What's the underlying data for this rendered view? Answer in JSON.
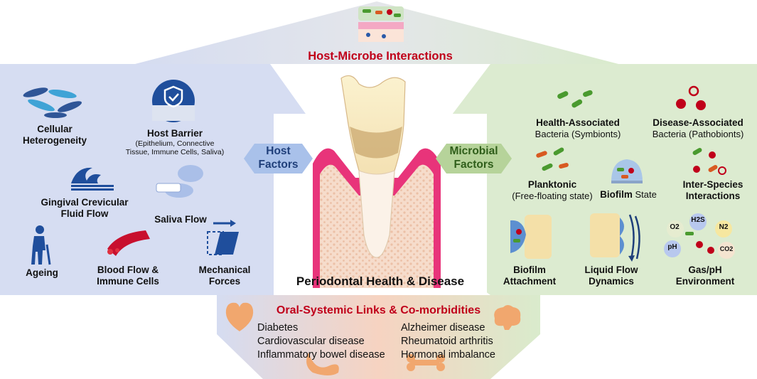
{
  "top": {
    "title": "Host-Microbe Interactions"
  },
  "center": {
    "title": "Periodontal Health & Disease"
  },
  "host": {
    "hex_label": [
      "Host",
      "Factors"
    ],
    "items": [
      {
        "id": "cellular",
        "lines": [
          "Cellular",
          "Heterogeneity"
        ]
      },
      {
        "id": "barrier",
        "title": "Host Barrier",
        "detail": [
          "(Epithelium, Connective",
          "Tissue, Immune Cells, Saliva)"
        ]
      },
      {
        "id": "gcf",
        "lines": [
          "Gingival Crevicular",
          "Fluid Flow"
        ]
      },
      {
        "id": "saliva",
        "lines": [
          "Saliva Flow"
        ]
      },
      {
        "id": "ageing",
        "lines": [
          "Ageing"
        ]
      },
      {
        "id": "blood",
        "lines": [
          "Blood Flow &",
          "Immune Cells"
        ]
      },
      {
        "id": "mechanical",
        "lines": [
          "Mechanical",
          "Forces"
        ]
      }
    ]
  },
  "microbial": {
    "hex_label": [
      "Microbial",
      "Factors"
    ],
    "health": {
      "title": "Health-Associated",
      "sub": "Bacteria (Symbionts)"
    },
    "disease": {
      "title": "Disease-Associated",
      "sub": "Bacteria (Pathobionts)"
    },
    "planktonic": {
      "title": "Planktonic",
      "sub": "(Free-floating state)"
    },
    "biofilm": {
      "bold": "Biofilm",
      "rest": " State"
    },
    "interspecies": {
      "lines": [
        "Inter-Species",
        "Interactions"
      ]
    },
    "attachment": {
      "lines": [
        "Biofilm",
        "Attachment"
      ]
    },
    "liquid": {
      "lines": [
        "Liquid Flow",
        "Dynamics"
      ]
    },
    "gas": {
      "lines": [
        "Gas/pH",
        "Environment"
      ],
      "bubbles": [
        "O2",
        "H2S",
        "N2",
        "pH",
        "CO2"
      ]
    }
  },
  "bottom": {
    "title": "Oral-Systemic Links & Co-morbidities",
    "left": [
      "Diabetes",
      "Cardiovascular disease",
      "Inflammatory bowel disease"
    ],
    "right": [
      "Alzheimer disease",
      "Rheumatoid arthritis",
      "Hormonal imbalance"
    ]
  },
  "colors": {
    "accent_red": "#c0001a",
    "host_blue": "#d6def2",
    "microbe_green": "#dceccf",
    "gum_pink": "#e8347a",
    "icon_blue": "#1f4e9c"
  }
}
